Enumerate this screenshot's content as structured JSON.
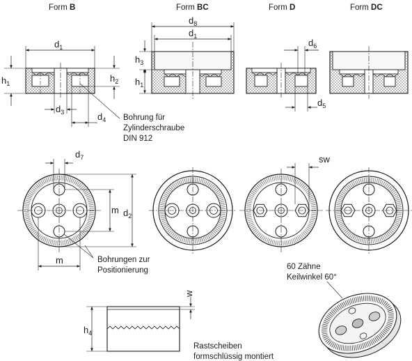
{
  "forms": [
    {
      "prefix": "Form ",
      "letter": "B"
    },
    {
      "prefix": "Form ",
      "letter": "BC"
    },
    {
      "prefix": "Form ",
      "letter": "D"
    },
    {
      "prefix": "Form ",
      "letter": "DC"
    }
  ],
  "dimensions": {
    "h1": {
      "main": "h",
      "sub": "1"
    },
    "h2": {
      "main": "h",
      "sub": "2"
    },
    "h3": {
      "main": "h",
      "sub": "3"
    },
    "h4": {
      "main": "h",
      "sub": "4"
    },
    "d1": {
      "main": "d",
      "sub": "1"
    },
    "d2": {
      "main": "d",
      "sub": "2"
    },
    "d3": {
      "main": "d",
      "sub": "3"
    },
    "d4": {
      "main": "d",
      "sub": "4"
    },
    "d5": {
      "main": "d",
      "sub": "5"
    },
    "d6": {
      "main": "d",
      "sub": "6"
    },
    "d7": {
      "main": "d",
      "sub": "7"
    },
    "d8": {
      "main": "d",
      "sub": "8"
    },
    "m": "m",
    "sw": "sw",
    "w": "w"
  },
  "notes": {
    "bohrung": [
      "Bohrung für",
      "Zylinderschraube",
      "DIN 912"
    ],
    "positioning": [
      "Bohrungen zur",
      "Positionierung"
    ],
    "teeth": [
      "60 Zähne",
      "Keilwinkel 60°"
    ],
    "rast": [
      "Rastscheiben",
      "formschlüssig montiert"
    ]
  },
  "colors": {
    "line": "#1a1a1a",
    "hatch": "#555555",
    "fill": "#f2f2f2"
  }
}
